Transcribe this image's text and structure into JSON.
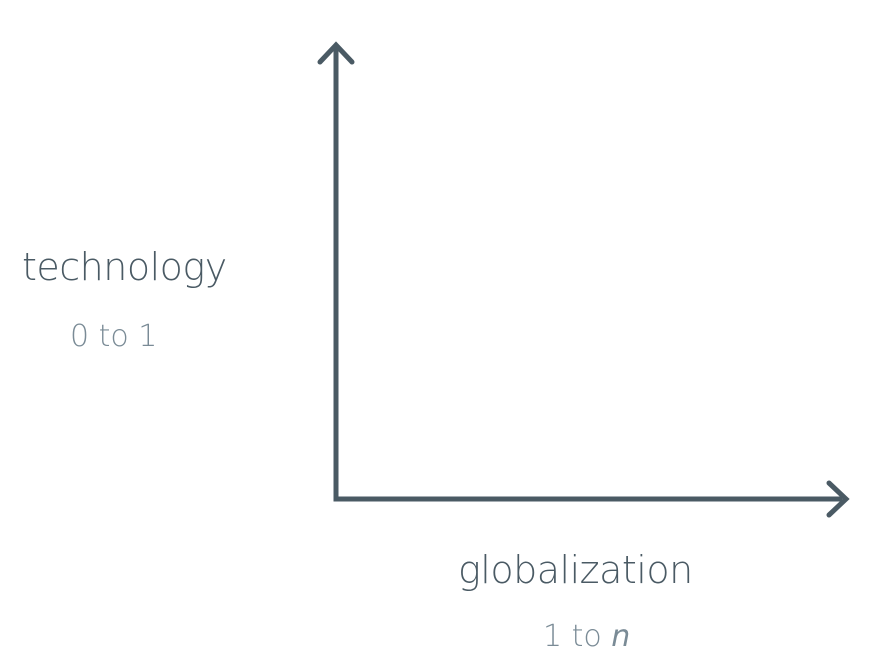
{
  "diagram": {
    "y_axis": {
      "title": "technology",
      "range_prefix": "0 to 1"
    },
    "x_axis": {
      "title": "globalization",
      "range_prefix": "1 to",
      "range_variable": "n"
    },
    "colors": {
      "axis": "#4a5a64",
      "title_text": "#4a5a64",
      "range_text": "#7a8b96"
    }
  }
}
